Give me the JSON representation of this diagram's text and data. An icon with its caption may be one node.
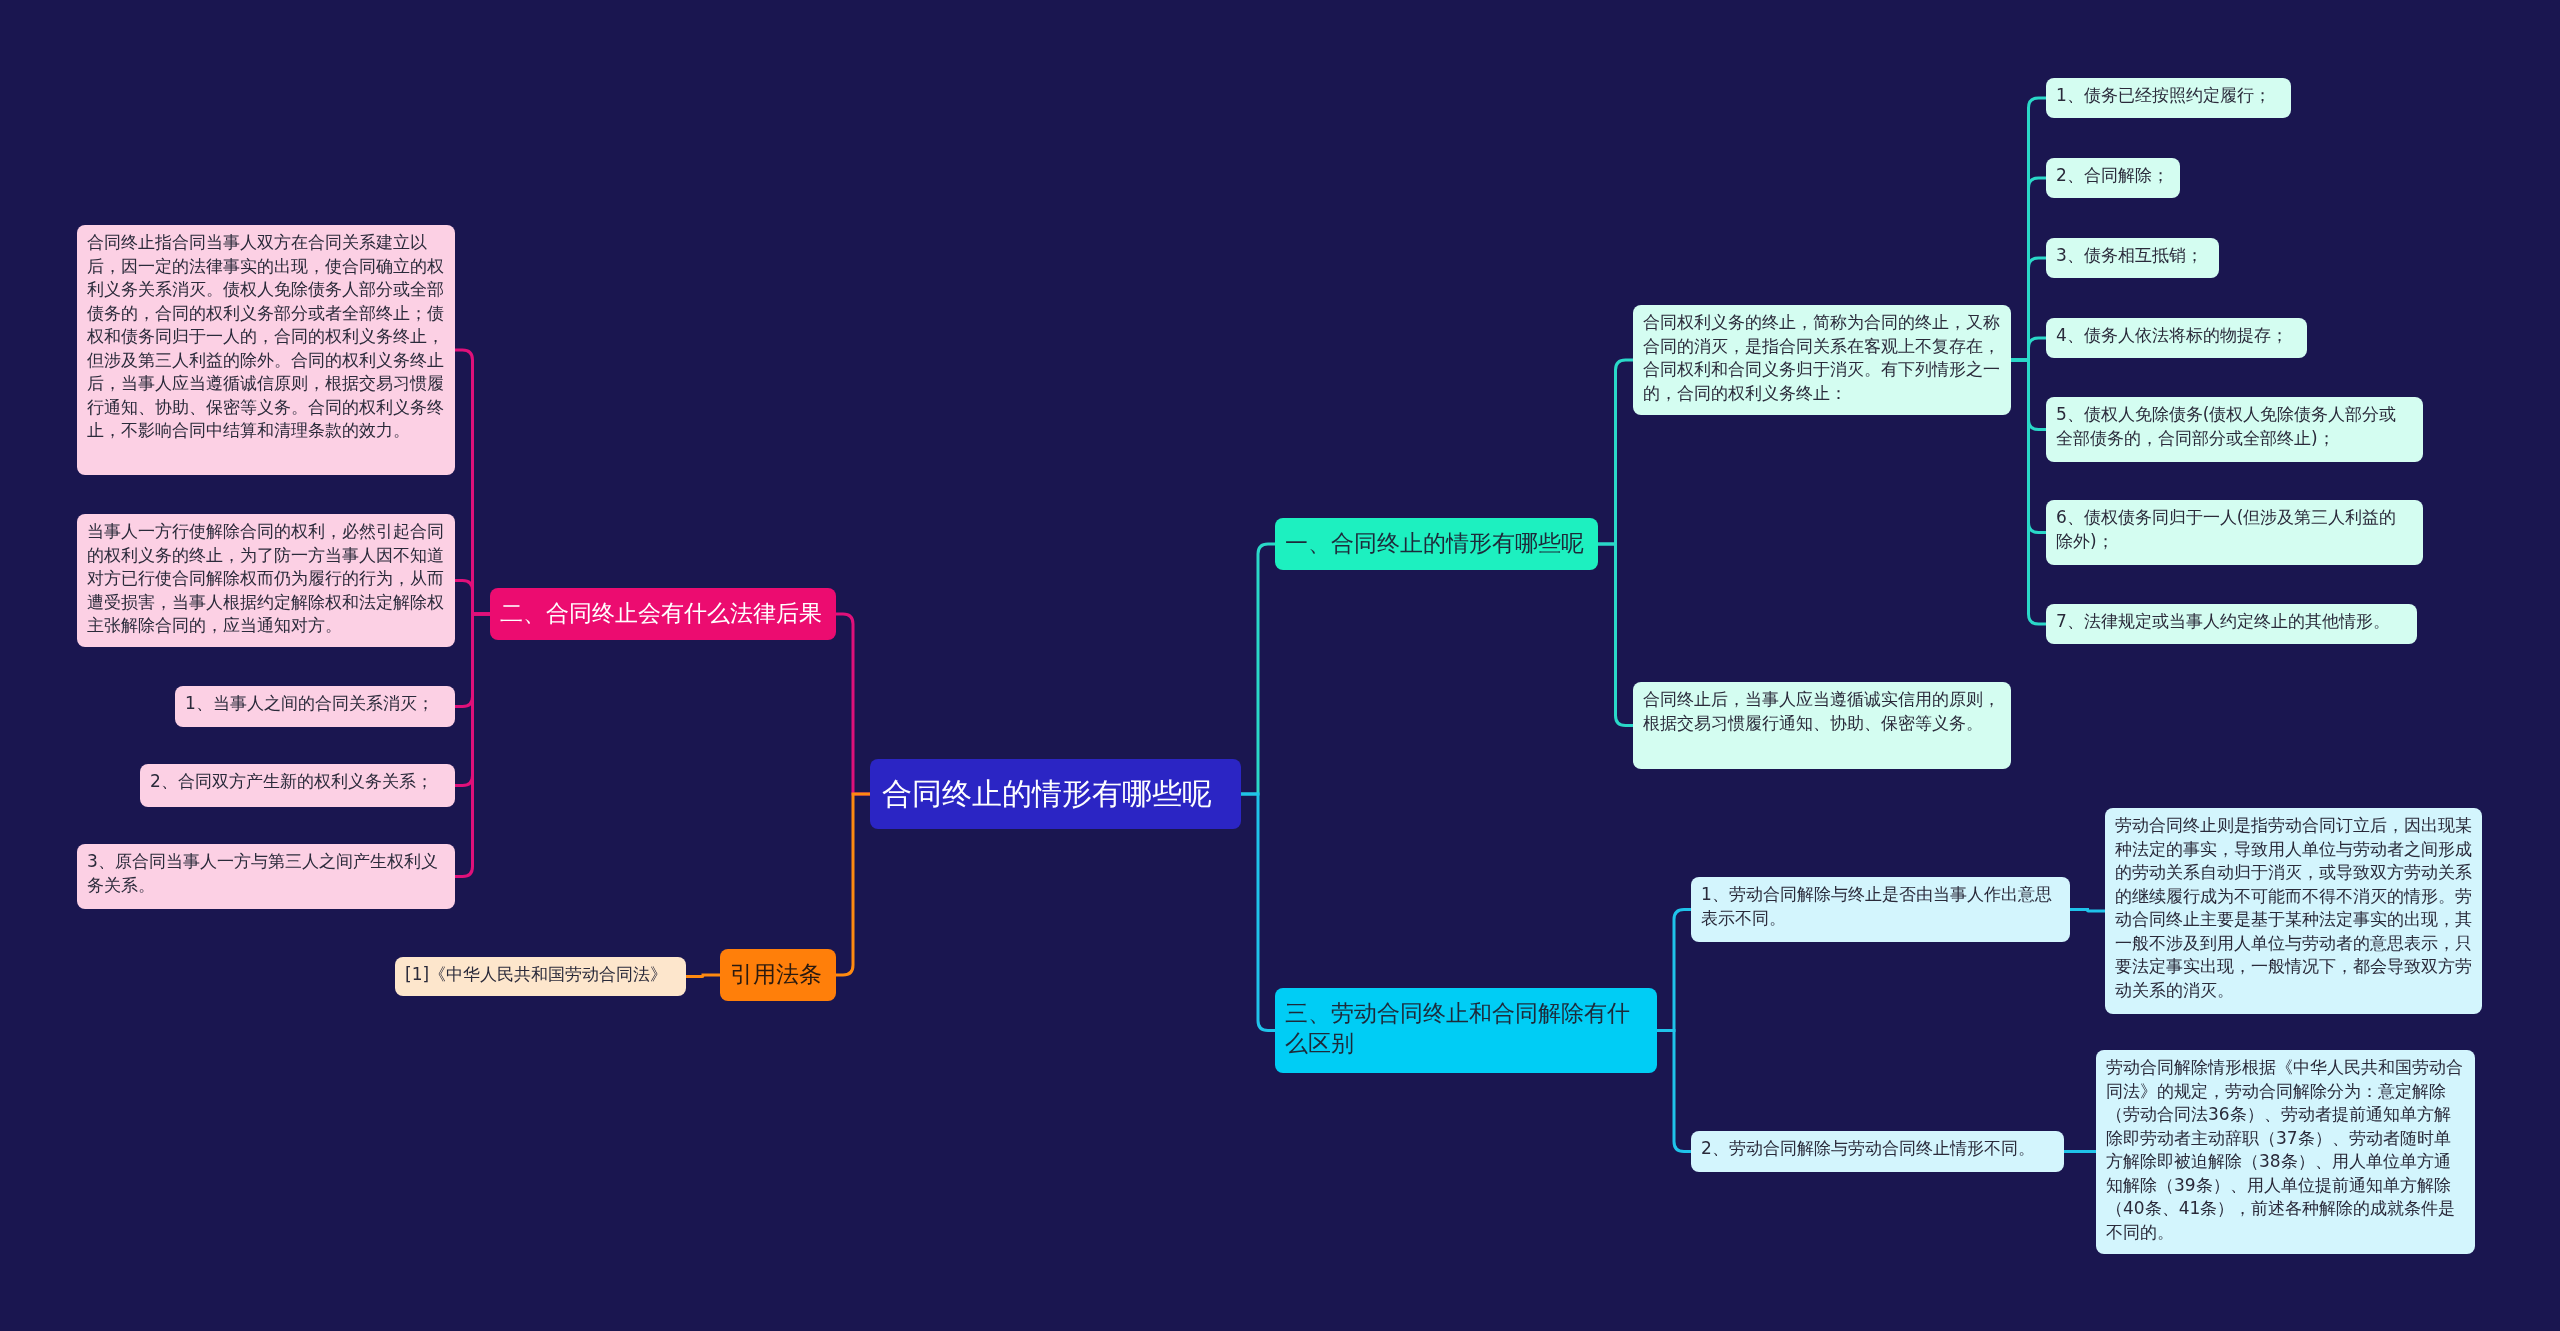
{
  "diagram": {
    "nodes": [
      {
        "text": [
          "合同终止的情形有哪些呢"
        ]
      },
      {
        "text": [
          "一、合同终止的情形有哪些呢"
        ]
      },
      {
        "text": [
          "合同权利义务的终止，简称为合同的终止，又称合同的消灭，是指合同关系在客观上不复存在，合同权利和合同义务归于消灭。有下列情形之一的，合同的权利义务终止："
        ]
      },
      {
        "text": [
          "1、债务已经按照约定履行；"
        ]
      },
      {
        "text": [
          "2、合同解除；"
        ]
      },
      {
        "text": [
          "3、债务相互抵销；"
        ]
      },
      {
        "text": [
          "4、债务人依法将标的物提存；"
        ]
      },
      {
        "text": [
          "5、债权人免除债务(债权人免除债务人部分或全部债务的，合同部分或全部终止)；"
        ]
      },
      {
        "text": [
          "6、债权债务同归于一人(但涉及第三人利益的除外)；"
        ]
      },
      {
        "text": [
          "7、法律规定或当事人约定终止的其他情形。"
        ]
      },
      {
        "text": [
          "合同终止后，当事人应当遵循诚实信用的原则，根据交易习惯履行通知、协助、保密等义务。"
        ]
      },
      {
        "text": [
          "三、劳动合同终止和合同解除有什么区别"
        ]
      },
      {
        "text": [
          "1、劳动合同解除与终止是否由当事人作出意思表示不同。"
        ]
      },
      {
        "text": [
          "劳动合同终止则是指劳动合同订立后，因出现某种法定的事实，导致用人单位与劳动者之间形成的劳动关系自动归于消灭，或导致双方劳动关系的继续履行成为不可能而不得不消灭的情形。劳动合同终止主要是基于某种法定事实的出现，其一般不涉及到用人单位与劳动者的意思表示，只要法定事实出现，一般情况下，都会导致双方劳动关系的消灭。"
        ]
      },
      {
        "text": [
          "2、劳动合同解除与劳动合同终止情形不同。"
        ]
      },
      {
        "text": [
          "劳动合同解除情形根据《中华人民共和国劳动合同法》的规定，劳动合同解除分为：意定解除（劳动合同法36条）、劳动者提前通知单方解除即劳动者主动辞职（37条）、劳动者随时单方解除即被迫解除（38条）、用人单位单方通知解除（39条）、用人单位提前通知单方解除（40条、41条），前述各种解除的成就条件是不同的。"
        ]
      },
      {
        "text": [
          "二、合同终止会有什么法律后果"
        ]
      },
      {
        "text": [
          "合同终止指合同当事人双方在合同关系建立以后，因一定的法律事实的出现，使合同确立的权利义务关系消灭。债权人免除债务人部分或全部债务的，合同的权利义务部分或者全部终止；债权和债务同归于一人的，合同的权利义务终止，但涉及第三人利益的除外。合同的权利义务终止后，当事人应当遵循诚信原则，根据交易习惯履行通知、协助、保密等义务。合同的权利义务终止，不影响合同中结算和清理条款的效力。"
        ]
      },
      {
        "text": [
          "当事人一方行使解除合同的权利，必然引起合同的权利义务的终止，为了防一方当事人因不知道对方已行使合同解除权而仍为履行的行为，从而遭受损害，当事人根据约定解除权和法定解除权主张解除合同的，应当通知对方。"
        ]
      },
      {
        "text": [
          "1、当事人之间的合同关系消灭；"
        ]
      },
      {
        "text": [
          "2、合同双方产生新的权利义务关系；"
        ]
      },
      {
        "text": [
          "3、原合同当事人一方与第三人之间产生权利义务关系。"
        ]
      },
      {
        "text": [
          "引用法条"
        ]
      },
      {
        "text": [
          "[1]《中华人民共和国劳动合同法》"
        ]
      }
    ],
    "edges": [
      {
        "from": 0,
        "to": 1,
        "arrow": "none"
      },
      {
        "from": 1,
        "to": 2,
        "arrow": "none"
      },
      {
        "from": 2,
        "to": 3,
        "arrow": "none"
      },
      {
        "from": 2,
        "to": 4,
        "arrow": "none"
      },
      {
        "from": 2,
        "to": 5,
        "arrow": "none"
      },
      {
        "from": 2,
        "to": 6,
        "arrow": "none"
      },
      {
        "from": 2,
        "to": 7,
        "arrow": "none"
      },
      {
        "from": 2,
        "to": 8,
        "arrow": "none"
      },
      {
        "from": 2,
        "to": 9,
        "arrow": "none"
      },
      {
        "from": 1,
        "to": 10,
        "arrow": "none"
      },
      {
        "from": 0,
        "to": 11,
        "arrow": "none",
        "color": "#1fc3ea"
      },
      {
        "from": 11,
        "to": 12,
        "arrow": "none",
        "color": "#1fc3ea"
      },
      {
        "from": 12,
        "to": 13,
        "arrow": "none",
        "color": "#1fc3ea"
      },
      {
        "from": 11,
        "to": 14,
        "arrow": "none",
        "color": "#1fc3ea"
      },
      {
        "from": 14,
        "to": 15,
        "arrow": "none",
        "color": "#1fc3ea"
      },
      {
        "from": 0,
        "to": 16,
        "arrow": "none",
        "color": "#e0107a"
      },
      {
        "from": 16,
        "to": 17,
        "arrow": "none",
        "color": "#e0107a"
      },
      {
        "from": 16,
        "to": 18,
        "arrow": "none",
        "color": "#e0107a"
      },
      {
        "from": 16,
        "to": 19,
        "arrow": "none",
        "color": "#e0107a"
      },
      {
        "from": 16,
        "to": 20,
        "arrow": "none",
        "color": "#e0107a"
      },
      {
        "from": 16,
        "to": 21,
        "arrow": "none",
        "color": "#e0107a"
      },
      {
        "from": 0,
        "to": 22,
        "arrow": "none",
        "color": "#ff8a10"
      },
      {
        "from": 22,
        "to": 23,
        "arrow": "none",
        "color": "#ff8a10"
      }
    ]
  }
}
